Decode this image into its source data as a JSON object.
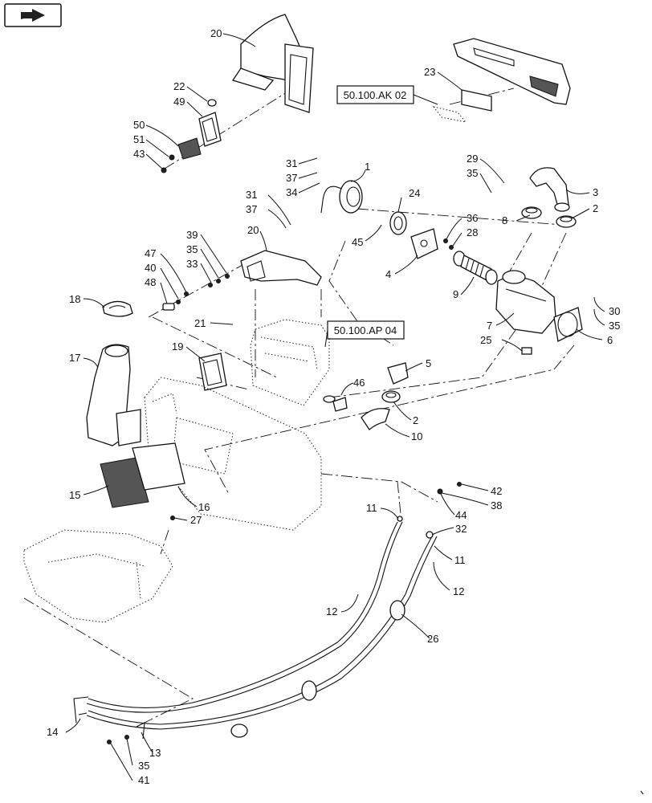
{
  "references": [
    "50.100.AK 02",
    "50.100.AP 04"
  ],
  "callouts": [
    {
      "id": "20a",
      "text": "20"
    },
    {
      "id": "22",
      "text": "22"
    },
    {
      "id": "49",
      "text": "49"
    },
    {
      "id": "50",
      "text": "50"
    },
    {
      "id": "51",
      "text": "51"
    },
    {
      "id": "43",
      "text": "43"
    },
    {
      "id": "23",
      "text": "23"
    },
    {
      "id": "31a",
      "text": "31"
    },
    {
      "id": "37a",
      "text": "37"
    },
    {
      "id": "34",
      "text": "34"
    },
    {
      "id": "1",
      "text": "1"
    },
    {
      "id": "24",
      "text": "24"
    },
    {
      "id": "29",
      "text": "29"
    },
    {
      "id": "35a",
      "text": "35"
    },
    {
      "id": "3",
      "text": "3"
    },
    {
      "id": "8",
      "text": "8"
    },
    {
      "id": "2a",
      "text": "2"
    },
    {
      "id": "31b",
      "text": "31"
    },
    {
      "id": "37b",
      "text": "37"
    },
    {
      "id": "36",
      "text": "36"
    },
    {
      "id": "28",
      "text": "28"
    },
    {
      "id": "45",
      "text": "45"
    },
    {
      "id": "4",
      "text": "4"
    },
    {
      "id": "20b",
      "text": "20"
    },
    {
      "id": "39",
      "text": "39"
    },
    {
      "id": "35b",
      "text": "35"
    },
    {
      "id": "33",
      "text": "33"
    },
    {
      "id": "47",
      "text": "47"
    },
    {
      "id": "40",
      "text": "40"
    },
    {
      "id": "48",
      "text": "48"
    },
    {
      "id": "9",
      "text": "9"
    },
    {
      "id": "18",
      "text": "18"
    },
    {
      "id": "30",
      "text": "30"
    },
    {
      "id": "35c",
      "text": "35"
    },
    {
      "id": "7",
      "text": "7"
    },
    {
      "id": "6",
      "text": "6"
    },
    {
      "id": "21",
      "text": "21"
    },
    {
      "id": "25",
      "text": "25"
    },
    {
      "id": "19",
      "text": "19"
    },
    {
      "id": "17",
      "text": "17"
    },
    {
      "id": "5",
      "text": "5"
    },
    {
      "id": "46",
      "text": "46"
    },
    {
      "id": "2b",
      "text": "2"
    },
    {
      "id": "10",
      "text": "10"
    },
    {
      "id": "15",
      "text": "15"
    },
    {
      "id": "16",
      "text": "16"
    },
    {
      "id": "27",
      "text": "27"
    },
    {
      "id": "42",
      "text": "42"
    },
    {
      "id": "38",
      "text": "38"
    },
    {
      "id": "44",
      "text": "44"
    },
    {
      "id": "11a",
      "text": "11"
    },
    {
      "id": "32",
      "text": "32"
    },
    {
      "id": "11b",
      "text": "11"
    },
    {
      "id": "12a",
      "text": "12"
    },
    {
      "id": "12b",
      "text": "12"
    },
    {
      "id": "26",
      "text": "26"
    },
    {
      "id": "14",
      "text": "14"
    },
    {
      "id": "13",
      "text": "13"
    },
    {
      "id": "35d",
      "text": "35"
    },
    {
      "id": "41",
      "text": "41"
    }
  ]
}
